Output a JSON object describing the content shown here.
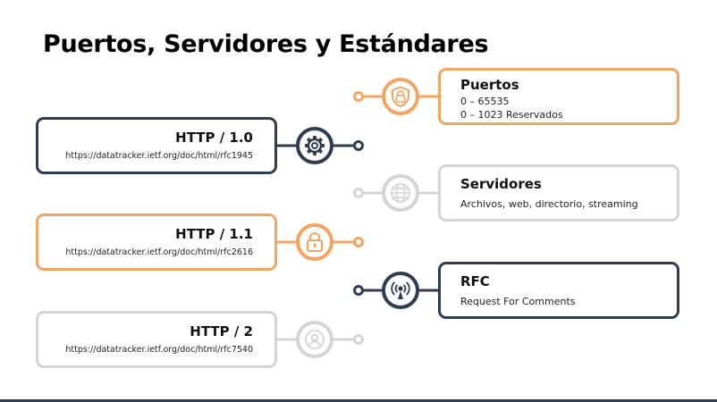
{
  "title": "Puertos, Servidores y Estándares",
  "colors": {
    "navy": "#2f3d4f",
    "orange": "#f2a462",
    "gray": "#d4d4d4"
  },
  "left_cards": [
    {
      "heading": "HTTP / 1.0",
      "url": "https://datatracker.ietf.org/doc/html/rfc1945",
      "color": "navy",
      "icon": "gear-icon"
    },
    {
      "heading": "HTTP / 1.1",
      "url": "https://datatracker.ietf.org/doc/html/rfc2616",
      "color": "orange",
      "icon": "padlock-icon"
    },
    {
      "heading": "HTTP / 2",
      "url": "https://datatracker.ietf.org/doc/html/rfc7540",
      "color": "gray",
      "icon": "user-icon"
    }
  ],
  "right_cards": [
    {
      "heading": "Puertos",
      "lines": [
        "0 – 65535",
        "0 – 1023 Reservados"
      ],
      "color": "orange",
      "icon": "shield-lock-icon"
    },
    {
      "heading": "Servidores",
      "lines": [
        "Archivos, web, directorio, streaming"
      ],
      "color": "gray",
      "icon": "globe-icon"
    },
    {
      "heading": "RFC",
      "lines": [
        "Request For Comments"
      ],
      "color": "navy",
      "icon": "antenna-icon"
    }
  ]
}
